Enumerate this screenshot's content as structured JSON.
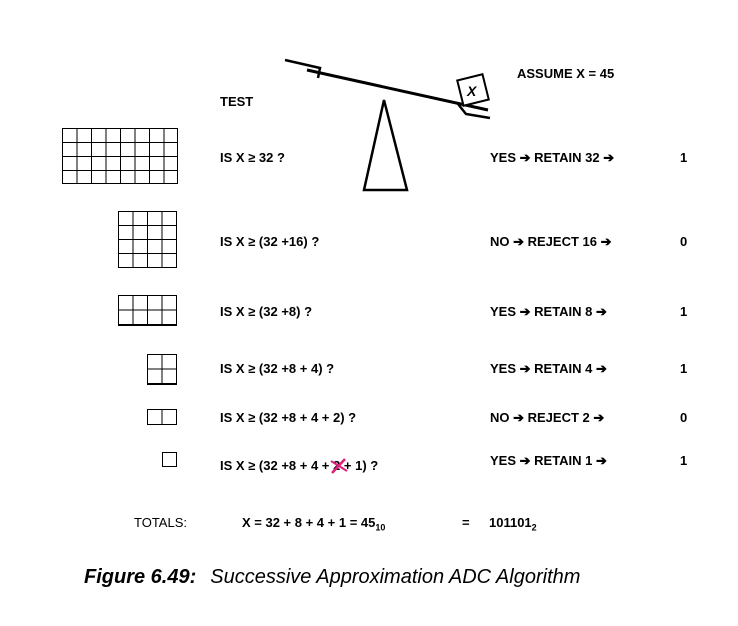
{
  "header": {
    "test_label": "TEST",
    "assume_label": "ASSUME X = 45",
    "box_label": "X"
  },
  "rows": [
    {
      "test": "IS X ≥ 32 ?",
      "result": "YES ➔ RETAIN 32 ➔",
      "bit": "1"
    },
    {
      "test": "IS X ≥ (32 +16) ?",
      "result": "NO ➔ REJECT 16 ➔",
      "bit": "0"
    },
    {
      "test": "IS X ≥ (32 +8) ?",
      "result": "YES ➔ RETAIN 8 ➔",
      "bit": "1"
    },
    {
      "test": "IS X ≥ (32 +8 + 4) ?",
      "result": "YES ➔ RETAIN 4 ➔",
      "bit": "1"
    },
    {
      "test": "IS X ≥ (32 +8 + 4 + 2) ?",
      "result": "NO ➔ REJECT 2 ➔",
      "bit": "0"
    },
    {
      "test_pre": "IS X ≥ (32 +8 + 4 +",
      "test_struck": "2",
      "test_post": "+ 1) ?",
      "result": "YES ➔ RETAIN 1 ➔",
      "bit": "1"
    }
  ],
  "totals": {
    "label": "TOTALS:",
    "equation": "X = 32 + 8 + 4 + 1  =  45",
    "decimal_sub": "10",
    "equals": "=",
    "binary": "101101",
    "binary_sub": "2"
  },
  "caption": {
    "number": "Figure 6.49:",
    "title": "Successive Approximation ADC Algorithm"
  },
  "colors": {
    "strike": "#e0207a"
  }
}
